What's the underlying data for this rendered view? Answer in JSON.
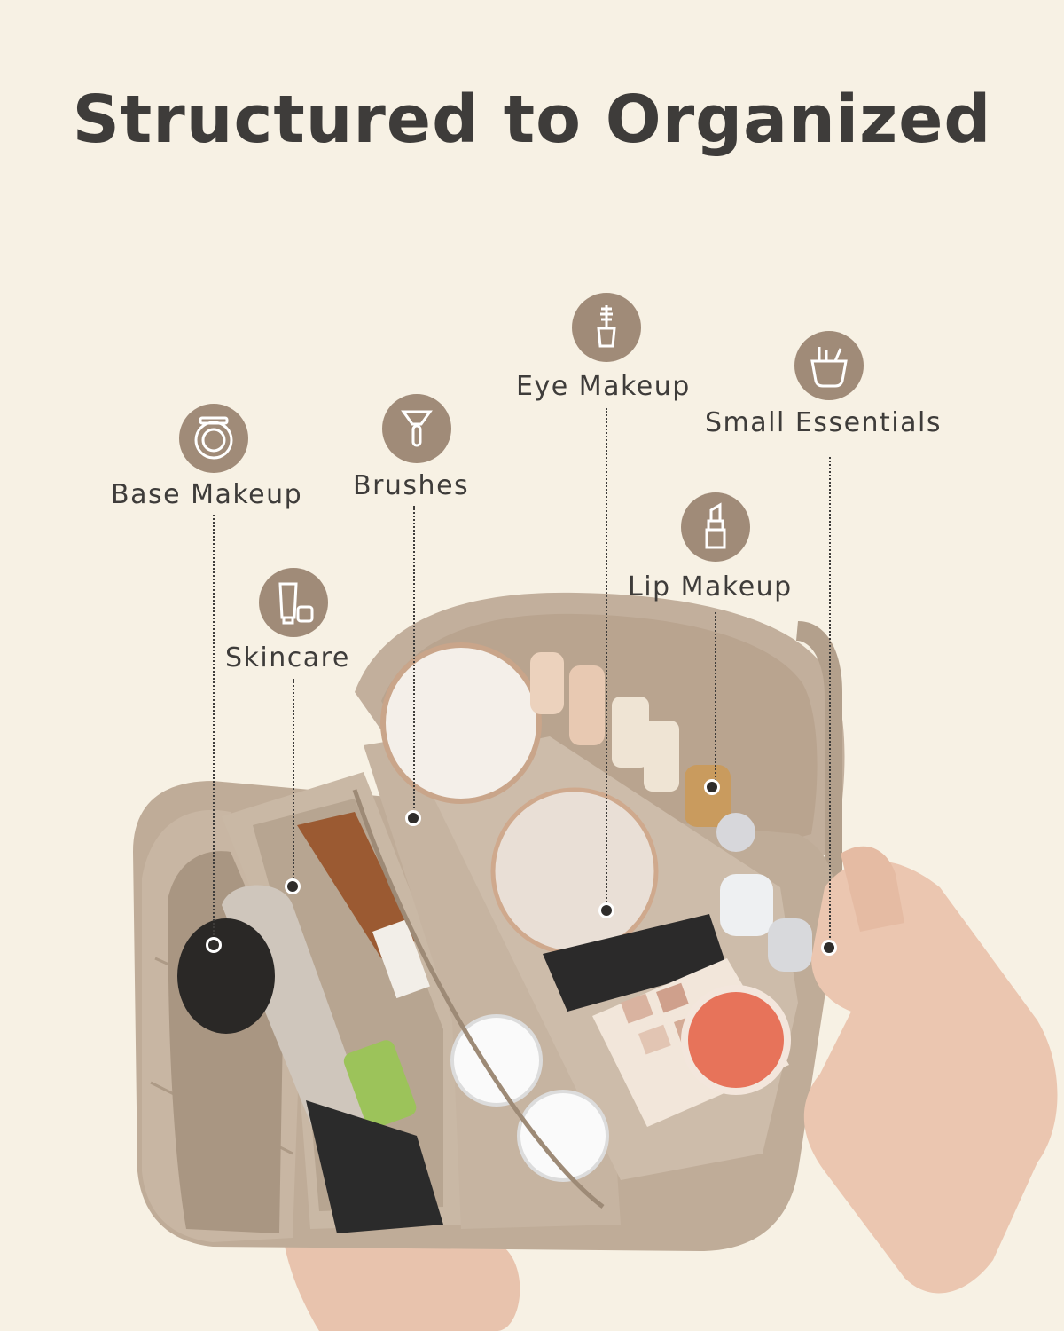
{
  "title": "Structured to Organized",
  "colors": {
    "background": "#f7f1e4",
    "icon_circle": "#a08b78",
    "text": "#3e3c3a",
    "bag": "#b9a591"
  },
  "callouts": [
    {
      "label": "Base Makeup",
      "icon": "compact-icon"
    },
    {
      "label": "Brushes",
      "icon": "brush-icon"
    },
    {
      "label": "Eye Makeup",
      "icon": "mascara-icon"
    },
    {
      "label": "Small Essentials",
      "icon": "cup-holder-icon"
    },
    {
      "label": "Skincare",
      "icon": "tube-jar-icon"
    },
    {
      "label": "Lip Makeup",
      "icon": "lipstick-icon"
    }
  ]
}
